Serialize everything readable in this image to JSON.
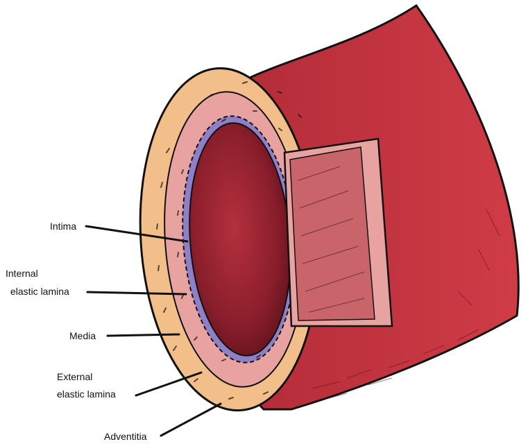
{
  "labels": {
    "intima": "Intima",
    "internal_elastic_lamina_1": "Internal",
    "internal_elastic_lamina_2": "elastic lamina",
    "media": "Media",
    "external_elastic_lamina_1": "External",
    "external_elastic_lamina_2": "elastic lamina",
    "adventitia": "Adventitia"
  },
  "colors": {
    "outer_vessel": "#c5343f",
    "adventitia": "#f2bf8a",
    "media": "#e8a3a0",
    "elastic_lamina": "#8f7fc6",
    "lumen": "#8d1f2a",
    "outline": "#111111"
  }
}
